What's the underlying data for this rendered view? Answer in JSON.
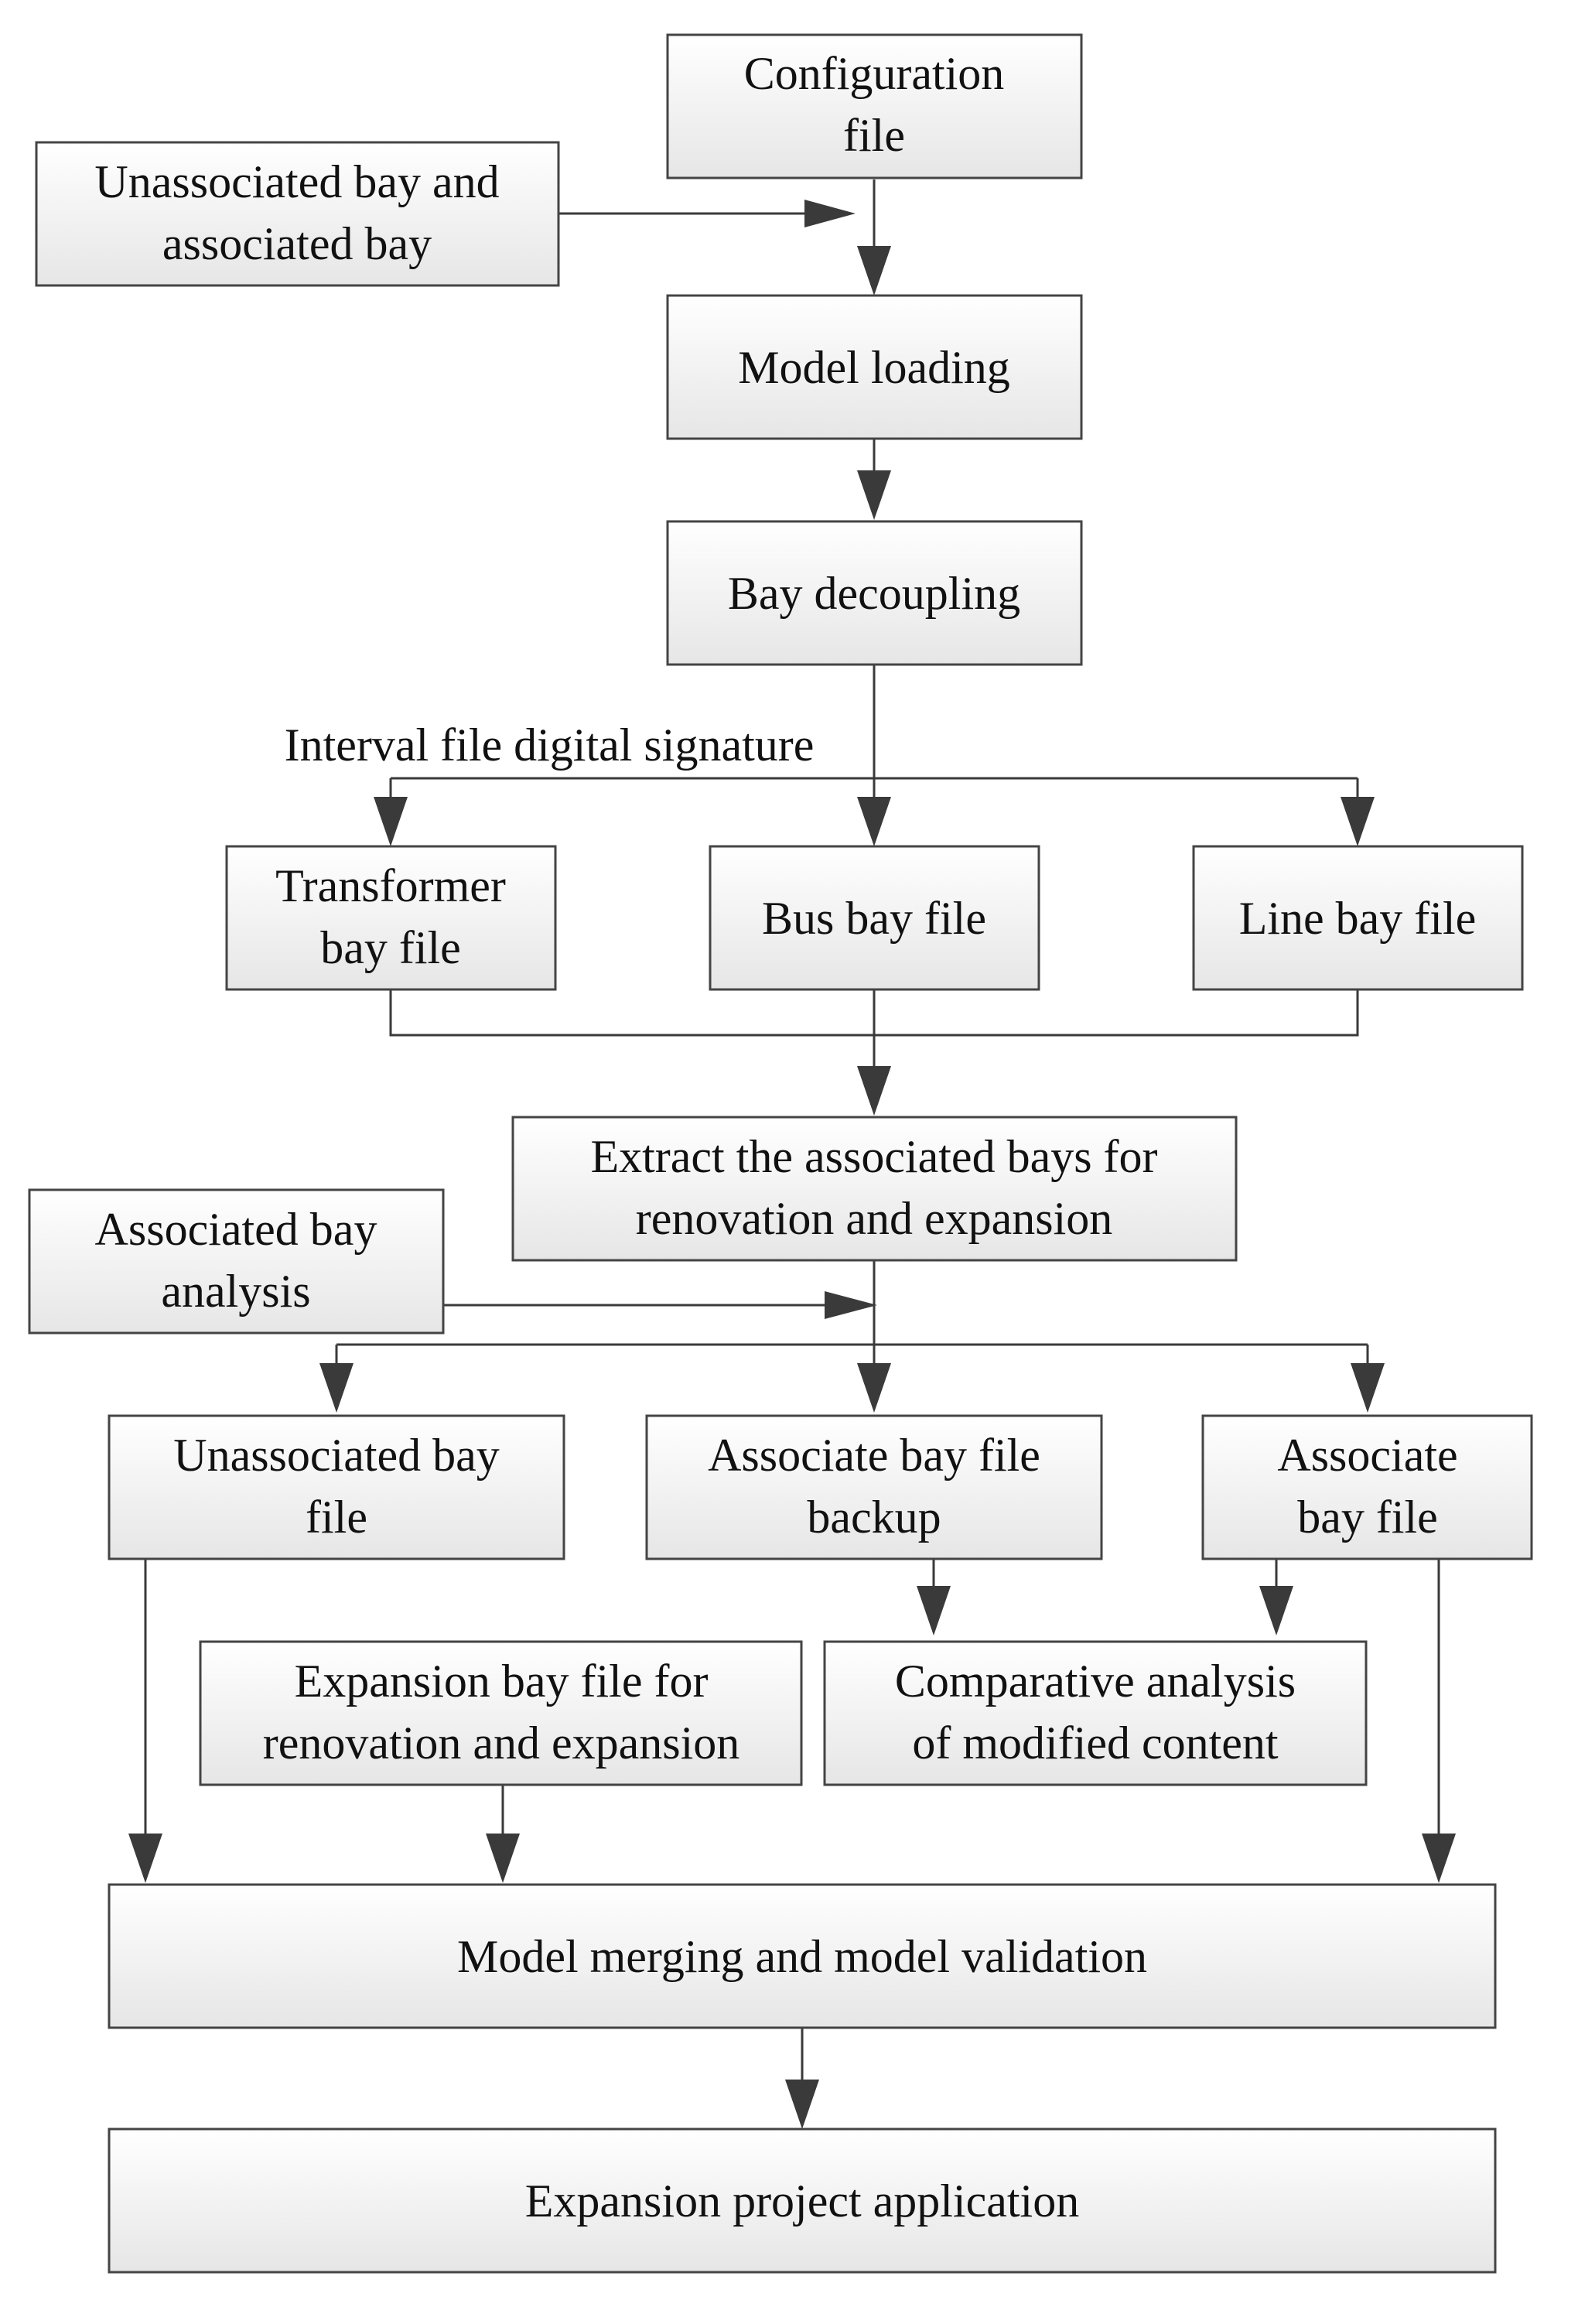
{
  "nodes": {
    "config": [
      "Configuration",
      "file"
    ],
    "unassoc_assoc": [
      "Unassociated bay and",
      "associated bay"
    ],
    "model_loading": [
      "Model loading"
    ],
    "bay_decoupling": [
      "Bay decoupling"
    ],
    "interval_signature": [
      "Interval file digital signature"
    ],
    "transformer": [
      "Transformer",
      "bay file"
    ],
    "bus": [
      "Bus bay file"
    ],
    "line": [
      "Line bay file"
    ],
    "extract": [
      "Extract the associated bays for",
      "renovation and expansion"
    ],
    "assoc_analysis": [
      "Associated bay",
      "analysis"
    ],
    "unassoc_file": [
      "Unassociated bay",
      "file"
    ],
    "backup": [
      "Associate bay file",
      "backup"
    ],
    "assoc_file": [
      "Associate",
      "bay file"
    ],
    "expansion_file": [
      "Expansion bay file for",
      "renovation and expansion"
    ],
    "comparative": [
      "Comparative analysis",
      "of modified content"
    ],
    "merging": [
      "Model merging and model validation"
    ],
    "application": [
      "Expansion project application"
    ]
  },
  "colors": {
    "box_top": "#ffffff",
    "box_bottom": "#e6e6e6",
    "stroke": "#444444",
    "line": "#3a3a3a",
    "text": "#111111"
  }
}
